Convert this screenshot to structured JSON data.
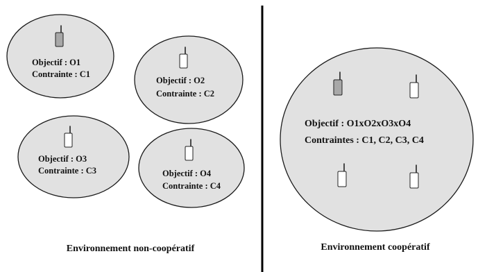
{
  "non_cooperative": {
    "caption": "Environnement non-coopératif",
    "groups": [
      {
        "objective": "Objectif : O1",
        "constraint": "Contrainte : C1",
        "device_icon": "mobile-terminal-icon",
        "device_fill": "#a8a8a8"
      },
      {
        "objective": "Objectif : O2",
        "constraint": "Contrainte : C2",
        "device_icon": "mobile-terminal-icon",
        "device_fill": "#ffffff"
      },
      {
        "objective": "Objectif : O3",
        "constraint": "Contrainte : C3",
        "device_icon": "mobile-terminal-icon",
        "device_fill": "#ffffff"
      },
      {
        "objective": "Objectif : O4",
        "constraint": "Contrainte : C4",
        "device_icon": "mobile-terminal-icon",
        "device_fill": "#ffffff"
      }
    ]
  },
  "cooperative": {
    "caption": "Environnement coopératif",
    "objective": "Objectif : O1xO2xO3xO4",
    "constraints": "Contraintes : C1, C2, C3, C4",
    "devices": [
      {
        "icon": "mobile-terminal-icon",
        "fill": "#a8a8a8"
      },
      {
        "icon": "mobile-terminal-icon",
        "fill": "#ffffff"
      },
      {
        "icon": "mobile-terminal-icon",
        "fill": "#ffffff"
      },
      {
        "icon": "mobile-terminal-icon",
        "fill": "#ffffff"
      }
    ]
  },
  "colors": {
    "region_fill": "#e1e1e1",
    "outline": "#1a1a1a",
    "divider": "#000000"
  }
}
